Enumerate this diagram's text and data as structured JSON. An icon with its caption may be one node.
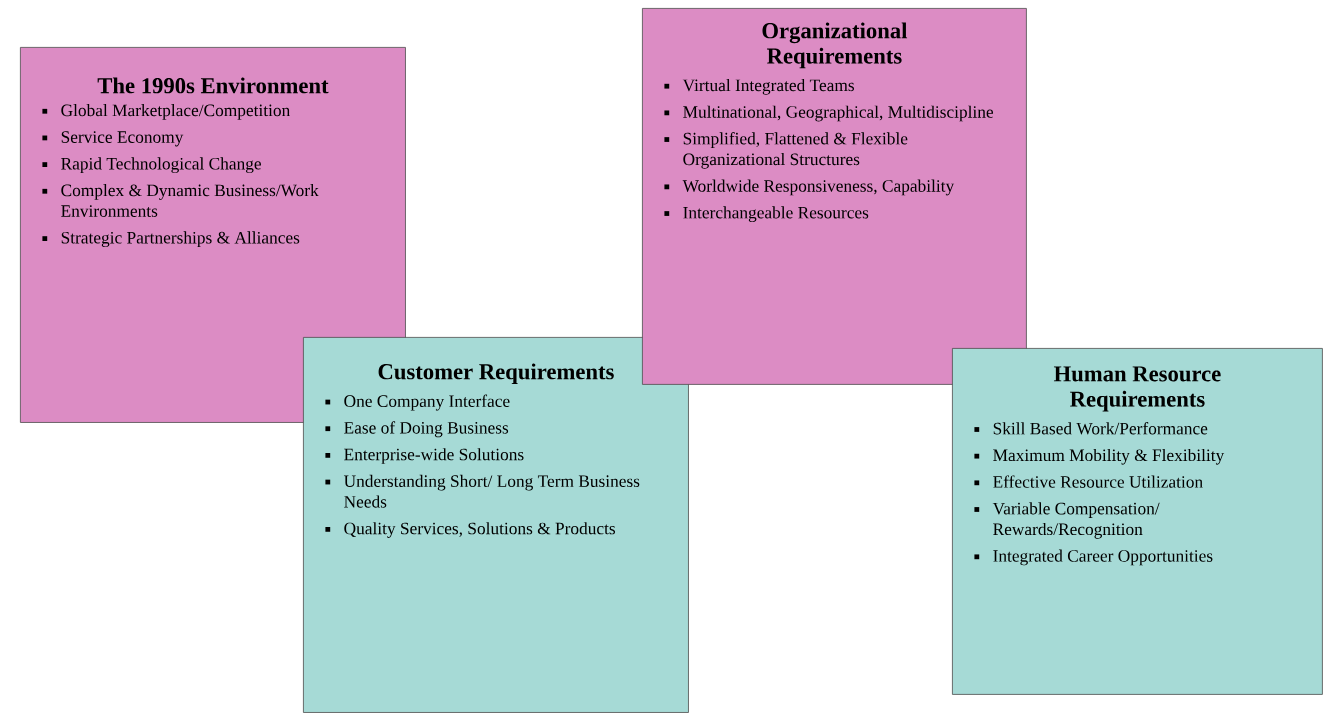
{
  "diagram": {
    "nodes": [
      {
        "text": [
          "The 1990s Environment",
          "Global Marketplace/Competition",
          "Service Economy",
          "Rapid Technological Change",
          "Complex & Dynamic Business/Work Environments",
          "Strategic Partnerships & Alliances"
        ]
      },
      {
        "text": [
          "Customer Requirements",
          "One Company Interface",
          "Ease of Doing Business",
          "Enterprise-wide Solutions",
          "Understanding Short/ Long Term Business Needs",
          "Quality Services, Solutions & Products"
        ]
      },
      {
        "text": [
          "Organizational Requirements",
          "Virtual Integrated Teams",
          "Multinational, Geographical, Multidiscipline",
          "Simplified, Flattened & Flexible Organizational Structures",
          "Worldwide Responsiveness, Capability",
          "Interchangeable Resources"
        ]
      },
      {
        "text": [
          "Human Resource Requirements",
          "Skill Based Work/Performance",
          "Maximum Mobility & Flexibility",
          "Effective Resource Utilization",
          "Variable Compensation/ Rewards/Recognition",
          "Integrated Career Opportunities"
        ]
      }
    ]
  }
}
